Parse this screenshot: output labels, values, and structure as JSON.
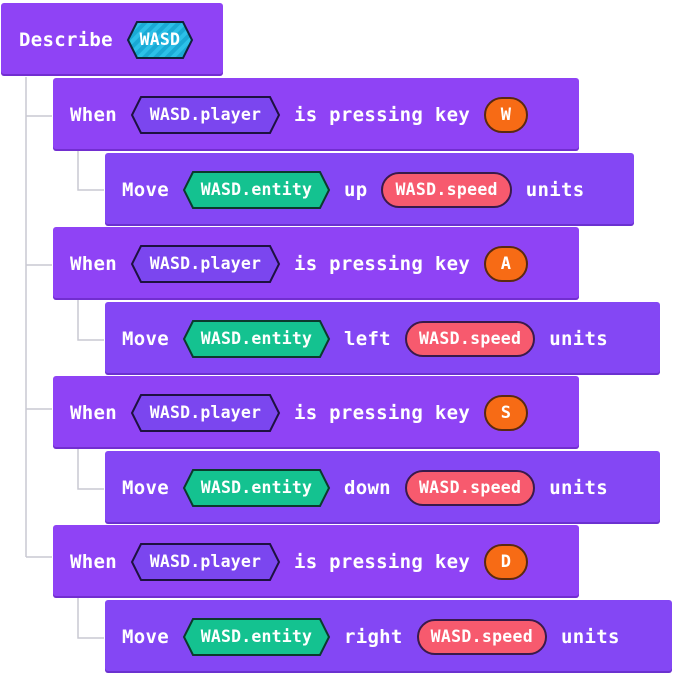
{
  "colors": {
    "event_block": "#8f43f5",
    "action_block": "#8447f4",
    "player_hex": "#7b46ef",
    "entity_hex": "#14c290",
    "speed_pill": "#f75a6e",
    "key_pill": "#f76b15",
    "wasd_hex": "#1aa9d4"
  },
  "root": {
    "keyword": "Describe",
    "subject": "WASD"
  },
  "rules": [
    {
      "when_label": "When",
      "player": "WASD.player",
      "condition": "is pressing key",
      "key": "W",
      "move_label": "Move",
      "entity": "WASD.entity",
      "direction": "up",
      "speed": "WASD.speed",
      "units_label": "units"
    },
    {
      "when_label": "When",
      "player": "WASD.player",
      "condition": "is pressing key",
      "key": "A",
      "move_label": "Move",
      "entity": "WASD.entity",
      "direction": "left",
      "speed": "WASD.speed",
      "units_label": "units"
    },
    {
      "when_label": "When",
      "player": "WASD.player",
      "condition": "is pressing key",
      "key": "S",
      "move_label": "Move",
      "entity": "WASD.entity",
      "direction": "down",
      "speed": "WASD.speed",
      "units_label": "units"
    },
    {
      "when_label": "When",
      "player": "WASD.player",
      "condition": "is pressing key",
      "key": "D",
      "move_label": "Move",
      "entity": "WASD.entity",
      "direction": "right",
      "speed": "WASD.speed",
      "units_label": "units"
    }
  ]
}
